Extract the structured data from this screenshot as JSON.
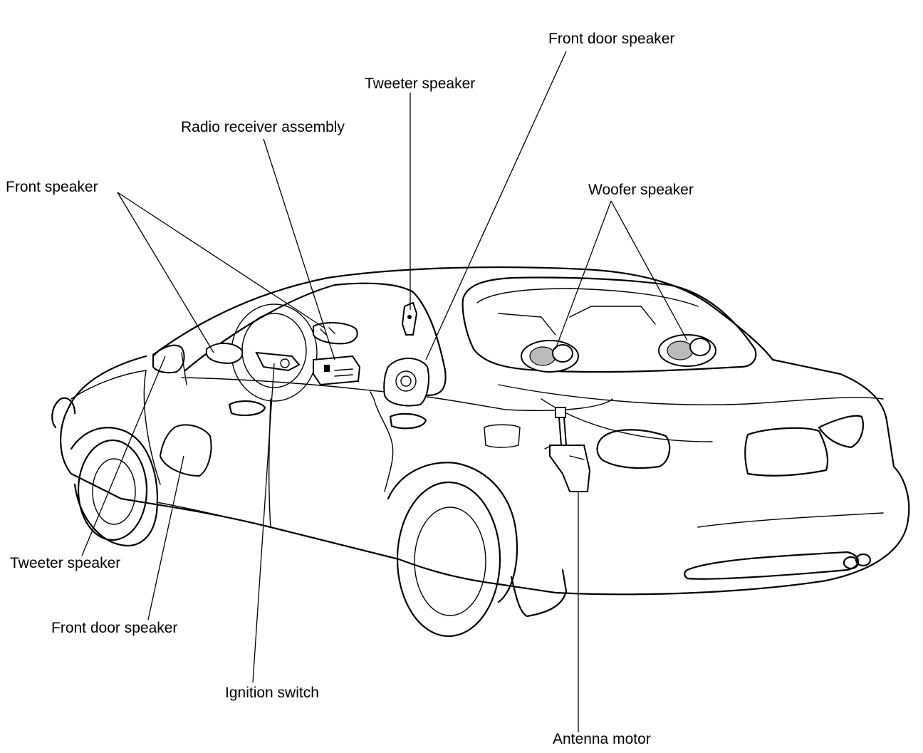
{
  "labels": {
    "front_door_speaker_top": "Front door speaker",
    "tweeter_speaker_top": "Tweeter speaker",
    "radio_receiver": "Radio receiver assembly",
    "front_speaker": "Front speaker",
    "woofer_speaker": "Woofer speaker",
    "tweeter_speaker_bottom": "Tweeter speaker",
    "front_door_speaker_bottom": "Front door speaker",
    "ignition_switch": "Ignition switch",
    "antenna_motor": "Antenna motor"
  }
}
